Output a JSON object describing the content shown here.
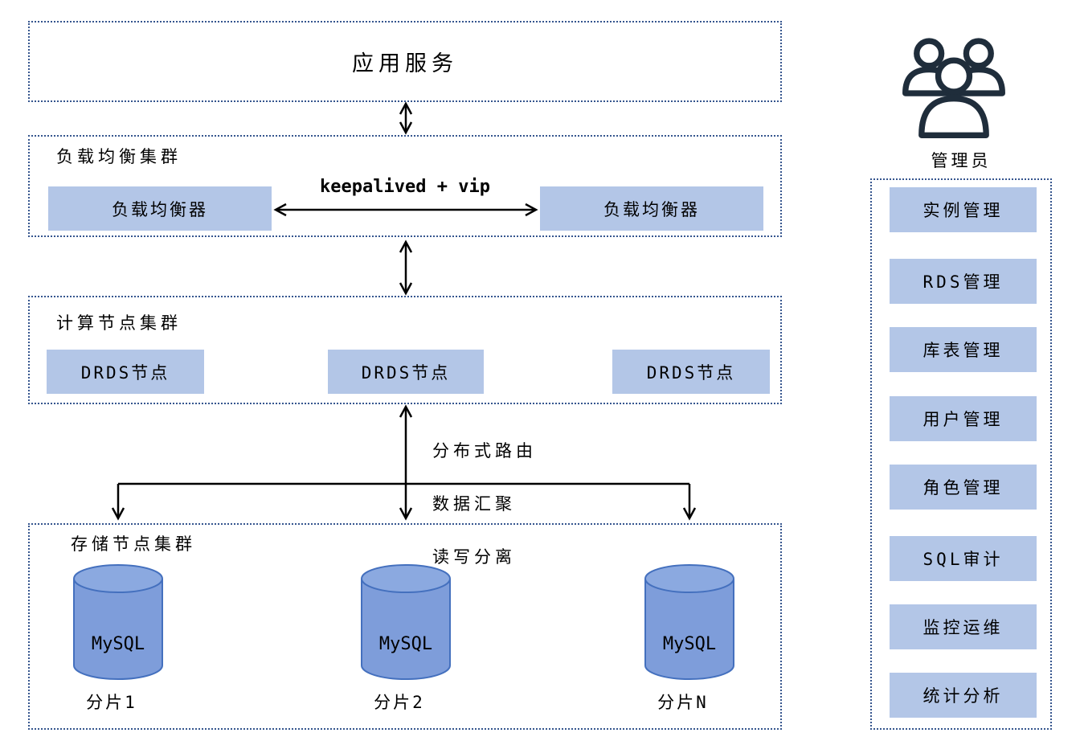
{
  "colors": {
    "border_navy": "#35558E",
    "node_fill": "#B3C6E7",
    "cylinder_fill": "#7E9DDA",
    "cylinder_top_fill": "#8BA9E0",
    "cylinder_stroke": "#4470BE",
    "icon_stroke": "#1F2D3B",
    "arrow_color": "#000000",
    "text_color": "#000000"
  },
  "diagram": {
    "app_service": {
      "label": "应用服务"
    },
    "lb_cluster": {
      "title": "负载均衡集群",
      "link_label": "keepalived + vip",
      "nodes": [
        {
          "label": "负载均衡器"
        },
        {
          "label": "负载均衡器"
        }
      ]
    },
    "compute_cluster": {
      "title": "计算节点集群",
      "nodes": [
        {
          "label": "DRDS节点"
        },
        {
          "label": "DRDS节点"
        },
        {
          "label": "DRDS节点"
        }
      ]
    },
    "routing_note": {
      "lines": [
        "分布式路由",
        "数据汇聚",
        "读写分离"
      ]
    },
    "storage_cluster": {
      "title": "存储节点集群",
      "shards": [
        {
          "db_label": "MySQL",
          "shard_label": "分片1"
        },
        {
          "db_label": "MySQL",
          "shard_label": "分片2"
        },
        {
          "db_label": "MySQL",
          "shard_label": "分片N"
        }
      ]
    }
  },
  "admin": {
    "label": "管理员",
    "functions": [
      {
        "label": "实例管理"
      },
      {
        "label": "RDS管理"
      },
      {
        "label": "库表管理"
      },
      {
        "label": "用户管理"
      },
      {
        "label": "角色管理"
      },
      {
        "label": "SQL审计"
      },
      {
        "label": "监控运维"
      },
      {
        "label": "统计分析"
      }
    ]
  }
}
